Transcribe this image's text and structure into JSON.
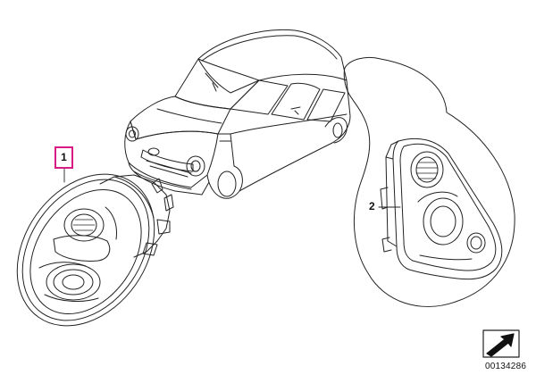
{
  "parts": [
    {
      "number": "1"
    },
    {
      "number": "2"
    }
  ],
  "diagram_id": "00134286",
  "colors": {
    "callout_highlight": "#d81b82",
    "line": "#222222",
    "background": "#ffffff"
  },
  "icons": [
    "navigation-arrow-icon"
  ]
}
